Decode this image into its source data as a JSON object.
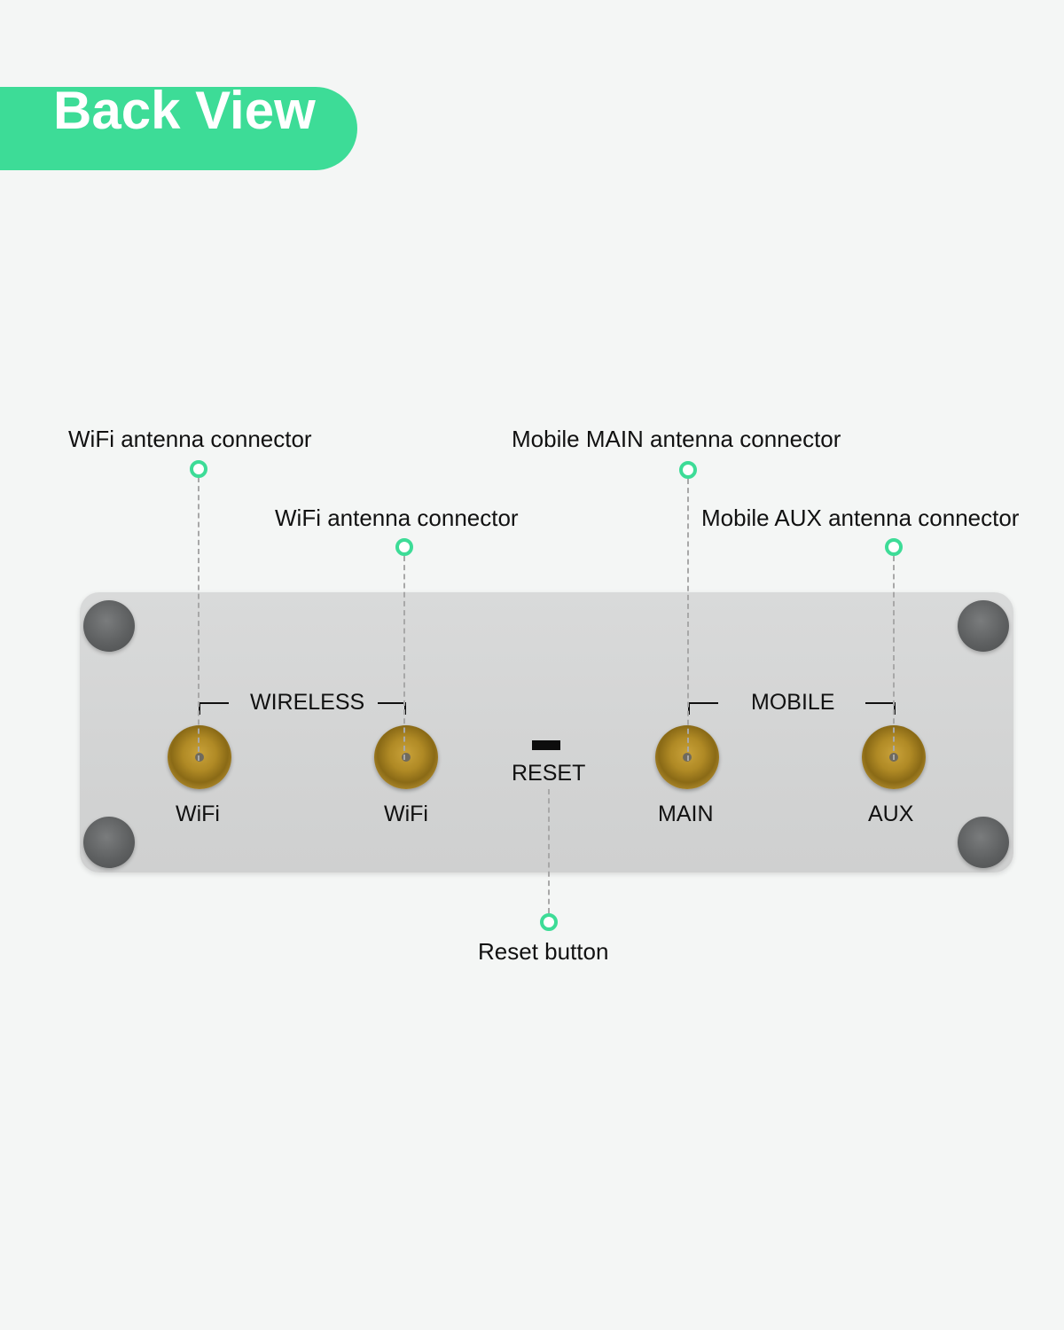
{
  "header": {
    "title": "Back View"
  },
  "callouts": {
    "wifi_1": "WiFi antenna connector",
    "wifi_2": "WiFi antenna connector",
    "mobile_main": "Mobile MAIN antenna connector",
    "mobile_aux": "Mobile AUX antenna connector",
    "reset": "Reset button"
  },
  "panel": {
    "group_wireless": "WIRELESS",
    "group_mobile": "MOBILE",
    "reset_label": "RESET",
    "ports": [
      "WiFi",
      "WiFi",
      "MAIN",
      "AUX"
    ]
  },
  "colors": {
    "accent": "#3ddc97",
    "background": "#f4f6f5",
    "panel": "#d6d7d7",
    "connector": "#b08a25"
  }
}
